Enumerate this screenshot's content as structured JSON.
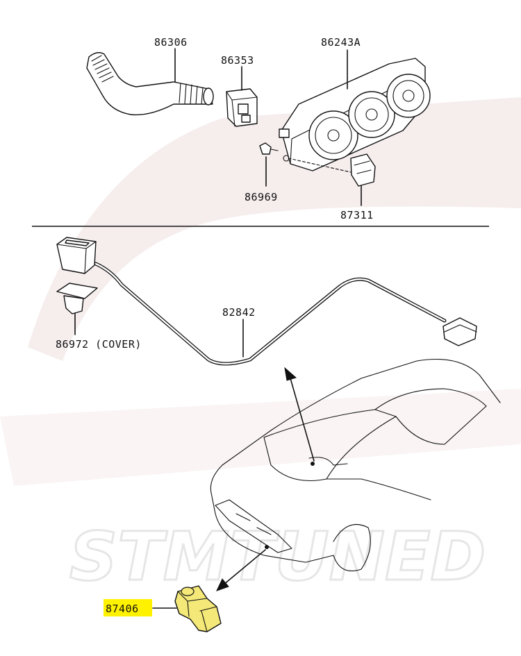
{
  "watermark": {
    "logo_text": "STMTUNED"
  },
  "labels": {
    "hose": "86306",
    "connector": "86353",
    "control_panel": "86243A",
    "screw": "86969",
    "clip": "87311",
    "harness": "82842",
    "cover": "86972 (COVER)",
    "sensor": "87406"
  },
  "colors": {
    "highlight": "#fff200",
    "sensor_fill": "#f3e878",
    "line": "#111111"
  }
}
